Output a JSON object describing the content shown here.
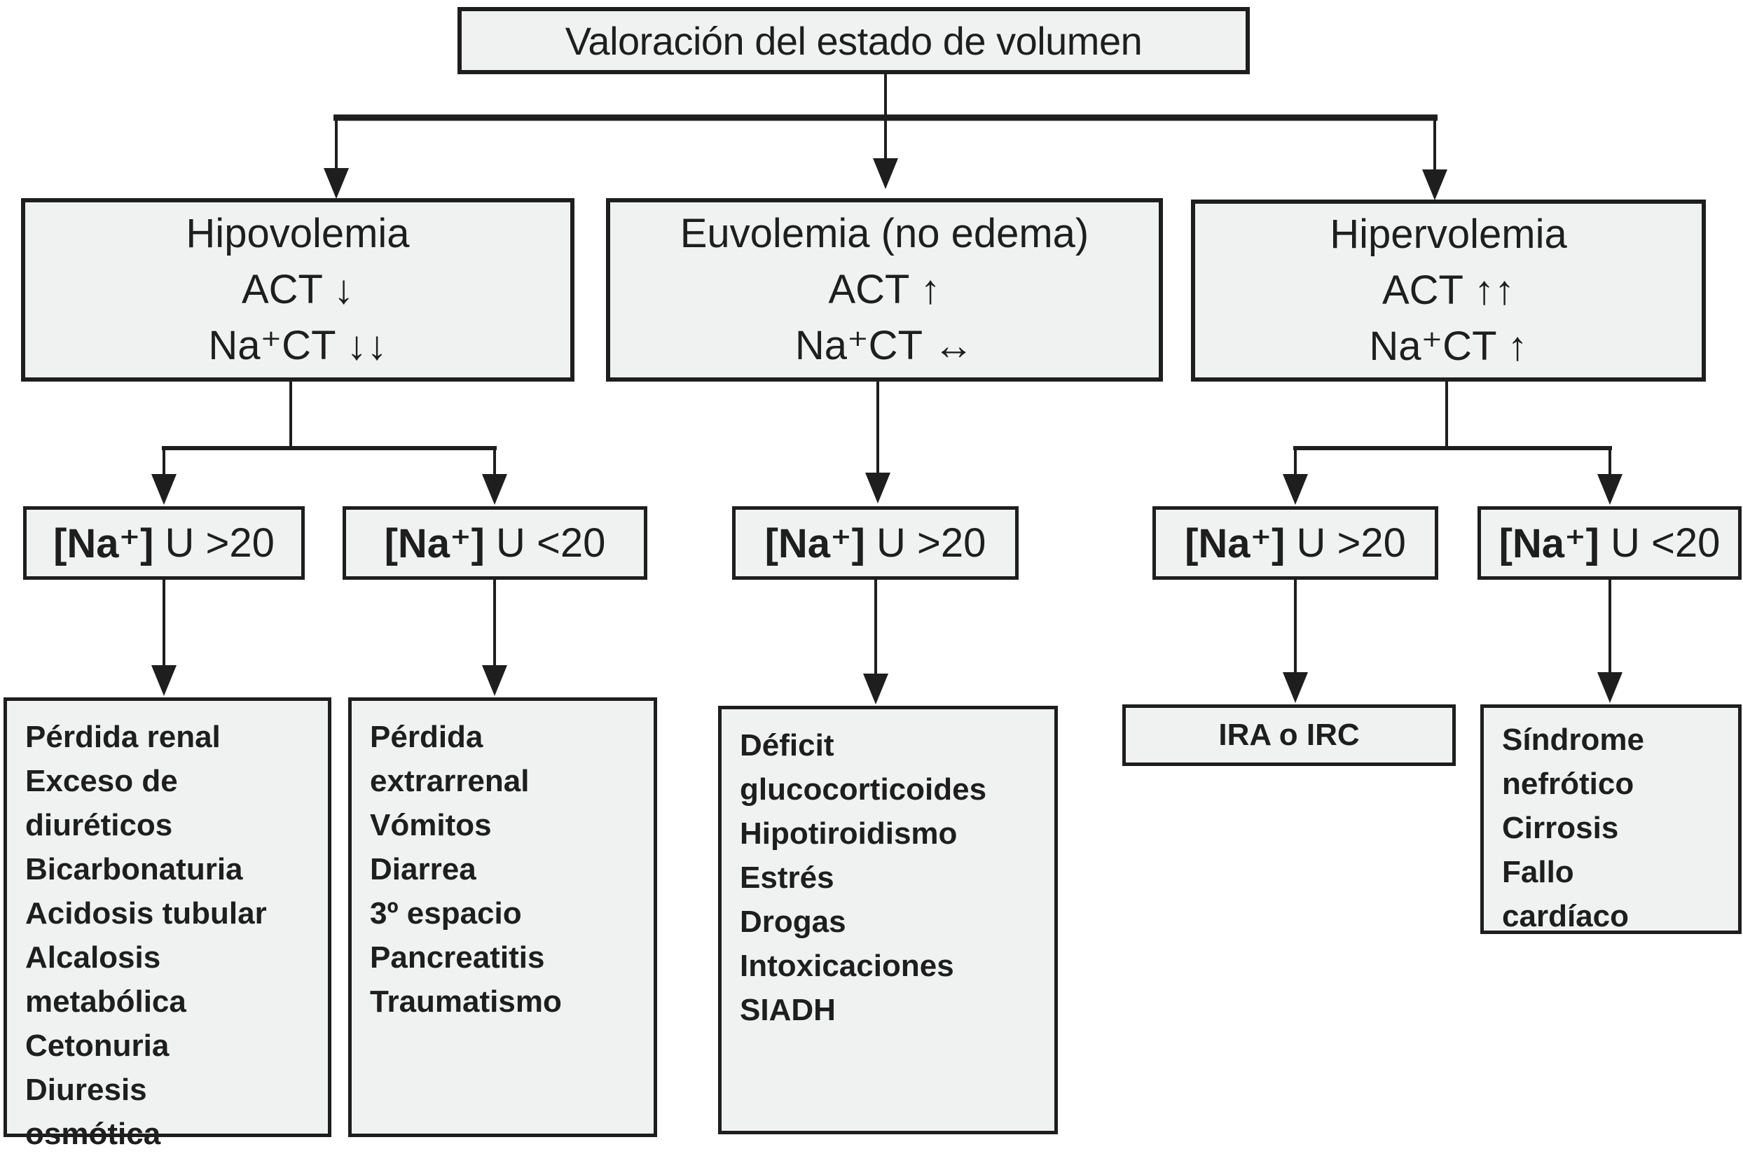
{
  "title": {
    "text": "Valoración del estado de volumen"
  },
  "level1": {
    "hipovolemia": {
      "name": "Hipovolemia",
      "act": "ACT ↓",
      "nact": "Na⁺CT ↓↓"
    },
    "euvolemia": {
      "name": "Euvolemia (no edema)",
      "act": "ACT ↑",
      "nact": "Na⁺CT ↔"
    },
    "hipervolemia": {
      "name": "Hipervolemia",
      "act": "ACT ↑↑",
      "nact": "Na⁺CT ↑"
    }
  },
  "level2": {
    "hipo_gt20": {
      "ion": "[Na⁺]",
      "cond": "U >20"
    },
    "hipo_lt20": {
      "ion": "[Na⁺]",
      "cond": "U <20"
    },
    "eu_gt20": {
      "ion": "[Na⁺]",
      "cond": "U >20"
    },
    "hyper_gt20": {
      "ion": "[Na⁺]",
      "cond": "U >20"
    },
    "hyper_lt20": {
      "ion": "[Na⁺]",
      "cond": "U <20"
    }
  },
  "outcomes": {
    "renal": {
      "lines": [
        "Pérdida renal",
        "Exceso de",
        "diuréticos",
        "Bicarbonaturia",
        "Acidosis tubular",
        "Alcalosis",
        "metabólica",
        "Cetonuria",
        "Diuresis",
        "osmótica"
      ]
    },
    "extrarrenal": {
      "lines": [
        "Pérdida",
        "extrarrenal",
        "Vómitos",
        "Diarrea",
        "3º espacio",
        "Pancreatitis",
        "Traumatismo"
      ]
    },
    "euvolemia_causes": {
      "lines": [
        "Déficit",
        "glucocorticoides",
        "Hipotiroidismo",
        "Estrés",
        "Drogas",
        "Intoxicaciones",
        "SIADH"
      ]
    },
    "ira": {
      "text": "IRA o IRC"
    },
    "sindrome": {
      "lines": [
        "Síndrome",
        "nefrótico",
        "Cirrosis",
        "Fallo",
        "cardíaco"
      ]
    }
  },
  "colors": {
    "background": "#ffffff",
    "box_fill": "#f0f1f1",
    "box_border": "#1e1e1e",
    "text": "#1e1e1e"
  }
}
